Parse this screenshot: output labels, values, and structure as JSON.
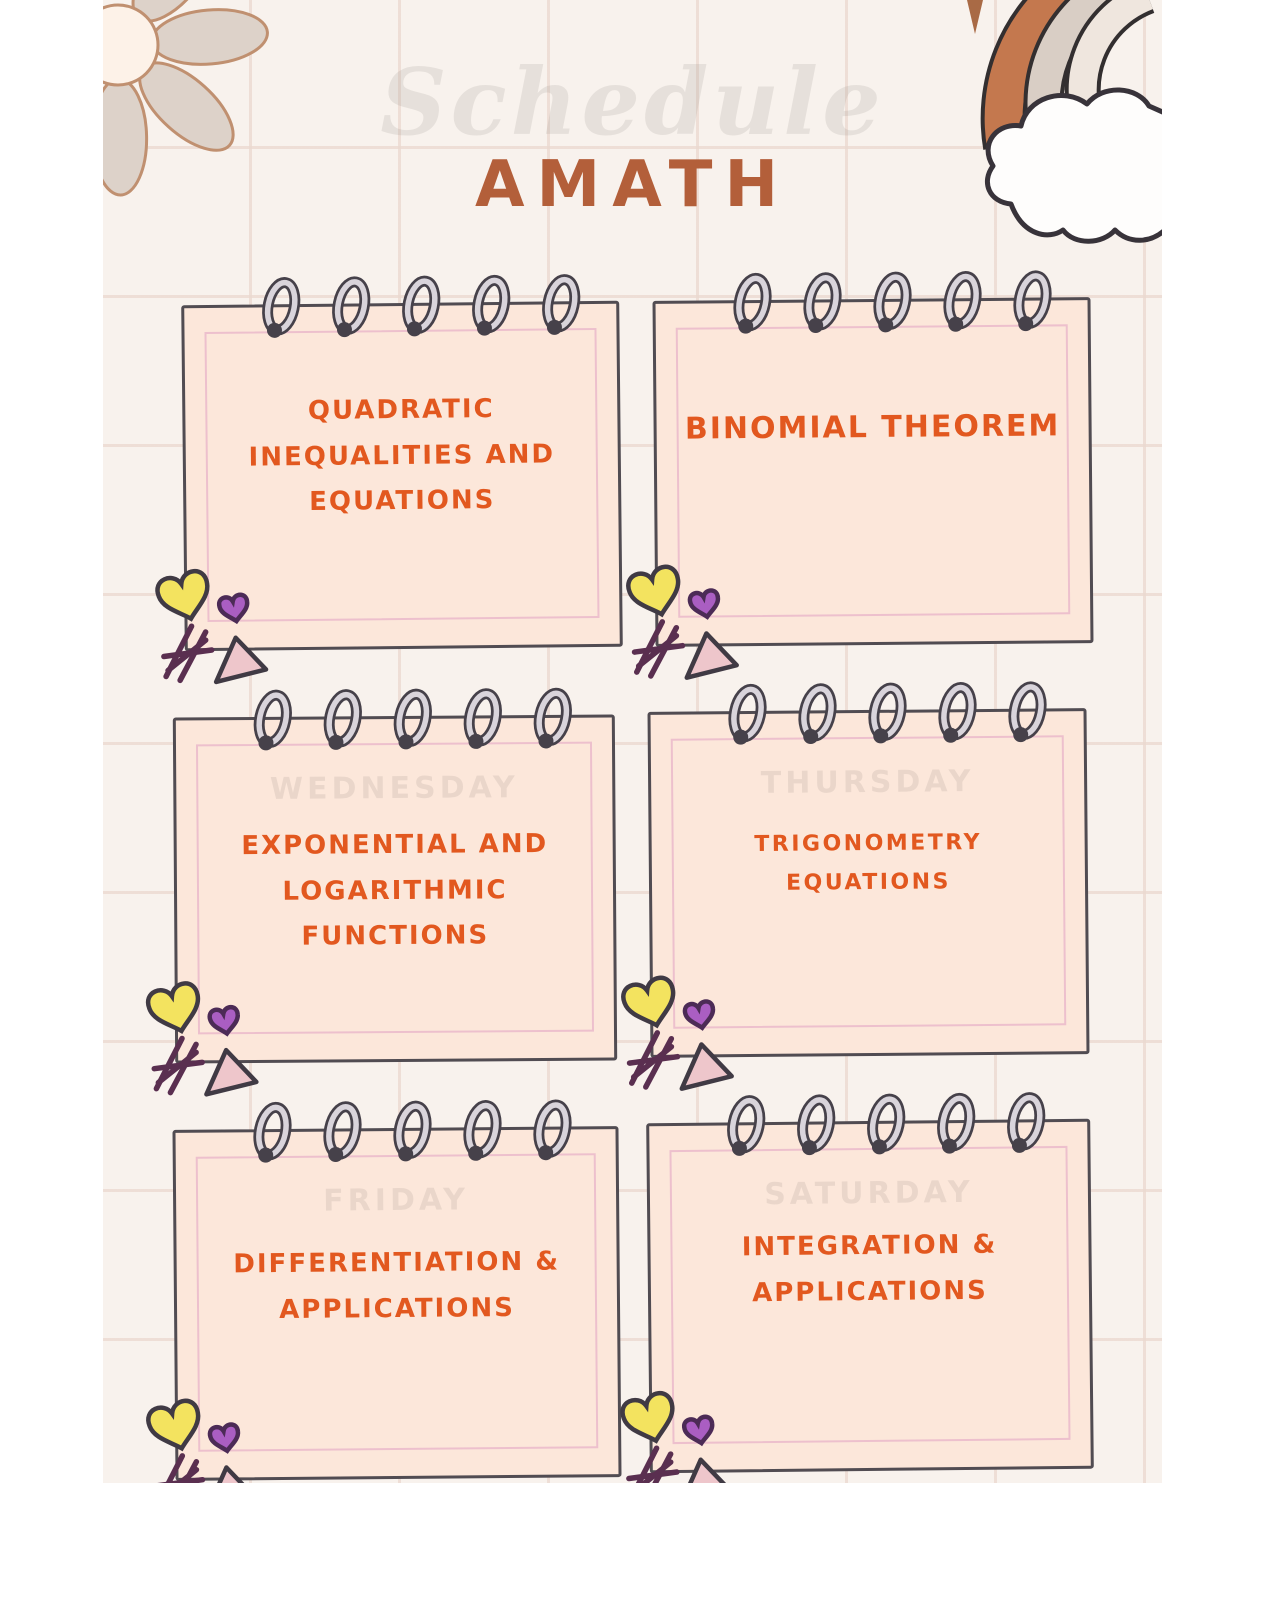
{
  "poster": {
    "ghost_title": "Schedule",
    "title": "AMATH"
  },
  "cards": [
    {
      "label": "QUADRATIC INEQUALITIES AND EQUATIONS",
      "ghost": ""
    },
    {
      "label": "BINOMIAL THEOREM",
      "ghost": ""
    },
    {
      "label": "EXPONENTIAL AND LOGARITHMIC FUNCTIONS",
      "ghost": "WEDNESDAY"
    },
    {
      "label": "TRIGONOMETRY EQUATIONS",
      "ghost": "THURSDAY"
    },
    {
      "label": "DIFFERENTIATION & APPLICATIONS",
      "ghost": "FRIDAY"
    },
    {
      "label": "INTEGRATION & APPLICATIONS",
      "ghost": "SATURDAY"
    }
  ],
  "icons": {
    "flower": "flower-icon",
    "rainbow": "rainbow-icon",
    "cloud": "cloud-icon",
    "spiral_ring": "spiral-ring-icon",
    "yellow_heart": "yellow-heart-icon",
    "purple_heart": "purple-heart-icon",
    "asterisk": "asterisk-doodle-icon",
    "triangle_cursor": "cursor-triangle-icon"
  },
  "colors": {
    "title": "#b35f3a",
    "card_text": "#e2581f",
    "card_bg": "#fce7da",
    "card_border": "#514c52",
    "inner_border": "#edc0cd",
    "poster_bg": "#f8f2ed",
    "ring_fill": "#d9d4db",
    "ring_outline": "#46414a",
    "rainbow_outer": "#c4784e",
    "rainbow_middle": "#d9cec5",
    "rainbow_inner": "#efe6de",
    "cloud_fill": "#fefdfc",
    "heart_yellow": "#f3e35f",
    "heart_purple": "#aa5ec2",
    "doodle_dark": "#5a2f50",
    "triangle_pink": "#eec6cb",
    "flower_petal": "#ddd2c9",
    "flower_outline": "#c09070"
  }
}
